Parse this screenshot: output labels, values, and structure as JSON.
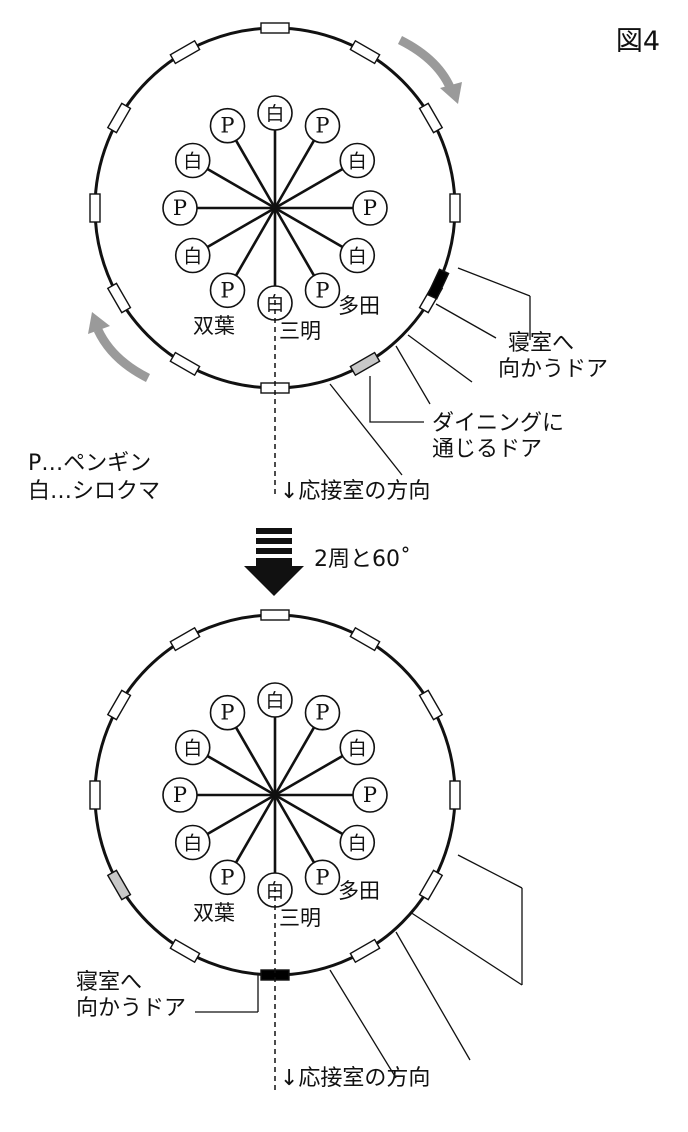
{
  "figure_label": "図4",
  "seat_labels": {
    "penguin": "P",
    "bear": "白"
  },
  "legend": {
    "penguin": "P…ペンギン",
    "bear": "白…シロクマ"
  },
  "seat_sequence": [
    "白",
    "P",
    "白",
    "P",
    "白",
    "P",
    "白",
    "P",
    "白",
    "P",
    "白",
    "P"
  ],
  "people": {
    "futaba": "双葉",
    "sanmei": "三明",
    "tada": "多田"
  },
  "doors": {
    "bedroom": [
      "寝室へ",
      "向かうドア"
    ],
    "dining": [
      "ダイニングに",
      "通じるドア"
    ]
  },
  "direction_label": "↓応接室の方向",
  "transition_label": "2周と60˚",
  "colors": {
    "ink": "#111111",
    "rotation_arrow": "#9a9a9a",
    "dining_door": "#c8c8c8",
    "bedroom_door": "#000000"
  }
}
